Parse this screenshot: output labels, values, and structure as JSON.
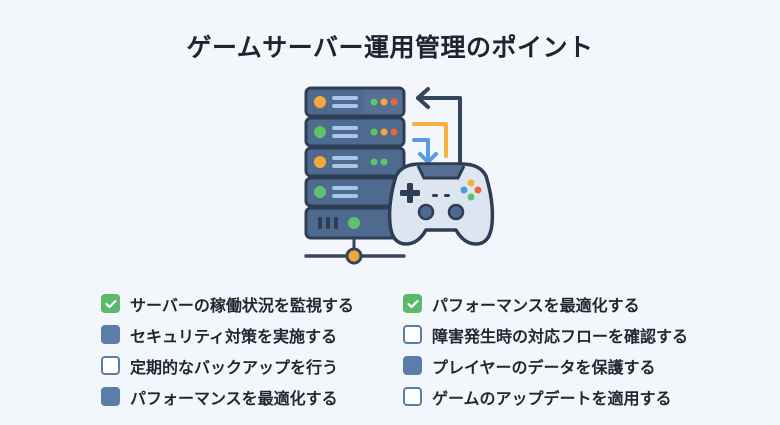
{
  "title": "ゲームサーバー運用管理のポイント",
  "illustration": {
    "icons": [
      "server-rack-icon",
      "game-controller-icon",
      "sync-arrows-icon",
      "network-node-icon"
    ],
    "colors": {
      "server_body": "#4e6a8e",
      "server_outline": "#2e3f55",
      "controller_body": "#dde6f0",
      "arrow_dark": "#34465e",
      "arrow_orange": "#f5b040",
      "arrow_blue": "#5a9be0",
      "led_green": "#5cc46a",
      "led_orange": "#f5a83a",
      "led_red": "#e8663c",
      "led_blue": "#4a9ae0"
    }
  },
  "checklist": {
    "left": [
      {
        "label": "サーバーの稼働状況を監視する",
        "state": "checked"
      },
      {
        "label": "セキュリティ対策を実施する",
        "state": "filled"
      },
      {
        "label": "定期的なバックアップを行う",
        "state": "empty"
      },
      {
        "label": "パフォーマンスを最適化する",
        "state": "filled"
      }
    ],
    "right": [
      {
        "label": "パフォーマンスを最適化する",
        "state": "checked"
      },
      {
        "label": "障害発生時の対応フローを確認する",
        "state": "empty"
      },
      {
        "label": "プレイヤーのデータを保護する",
        "state": "filled"
      },
      {
        "label": "ゲームのアップデートを適用する",
        "state": "empty"
      }
    ]
  },
  "colors": {
    "background": "#f3f6fa",
    "check_green": "#5cb86a",
    "box_blue": "#5a7ea8",
    "text": "#1f2733"
  }
}
